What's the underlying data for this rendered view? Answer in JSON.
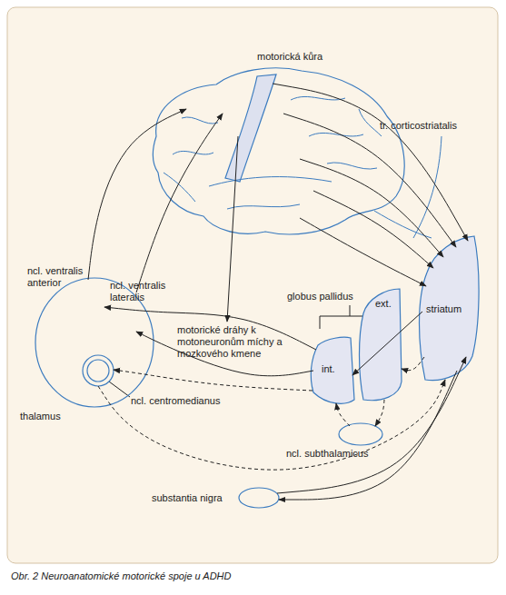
{
  "diagram": {
    "caption": "Obr. 2 Neuroanatomické motorické spoje u ADHD",
    "nodes": [
      {
        "text": [
          "motorická kůra"
        ]
      },
      {
        "text": [
          "striatum"
        ]
      },
      {
        "text": [
          "ncl. ventralis anterior",
          "ncl. ventralis lateralis",
          "thalamus"
        ]
      },
      {
        "text": [
          "ncl. centromedianus"
        ],
        "in": 2
      },
      {
        "text": [
          "ext."
        ]
      },
      {
        "text": [
          "int."
        ]
      },
      {
        "text": [
          "ncl. subthalamicus"
        ]
      },
      {
        "text": [
          "substantia nigra"
        ]
      }
    ],
    "edges": [
      {
        "from": 2,
        "to": 0,
        "arrow": "to"
      },
      {
        "from": 2,
        "to": 0,
        "arrow": "to"
      },
      {
        "from": 0,
        "to": 1,
        "arrow": "to"
      },
      {
        "from": 0,
        "to": 1,
        "arrow": "to"
      },
      {
        "from": 0,
        "to": 1,
        "arrow": "to"
      },
      {
        "from": 0,
        "to": 1,
        "arrow": "to"
      },
      {
        "from": 0,
        "to": 1,
        "arrow": "to"
      },
      {
        "from": 5,
        "to": 2,
        "arrow": "to"
      },
      {
        "from": 5,
        "to": 2,
        "arrow": "to"
      },
      {
        "from": 5,
        "to": 3,
        "arrow": "to"
      },
      {
        "from": 3,
        "to": 1,
        "arrow": "to"
      },
      {
        "from": 1,
        "to": 5,
        "arrow": "to"
      },
      {
        "from": 1,
        "to": 4,
        "arrow": "to"
      },
      {
        "from": 4,
        "to": 6,
        "arrow": "to"
      },
      {
        "from": 6,
        "to": 5,
        "arrow": "to"
      },
      {
        "from": 7,
        "to": 1,
        "arrow": "to"
      },
      {
        "from": 1,
        "to": 7,
        "arrow": "to"
      }
    ],
    "labels": [
      "tr. corticostriatalis",
      "globus pallidus",
      "motorické dráhy k motoneuronům míchy a mozkového kmene"
    ]
  }
}
